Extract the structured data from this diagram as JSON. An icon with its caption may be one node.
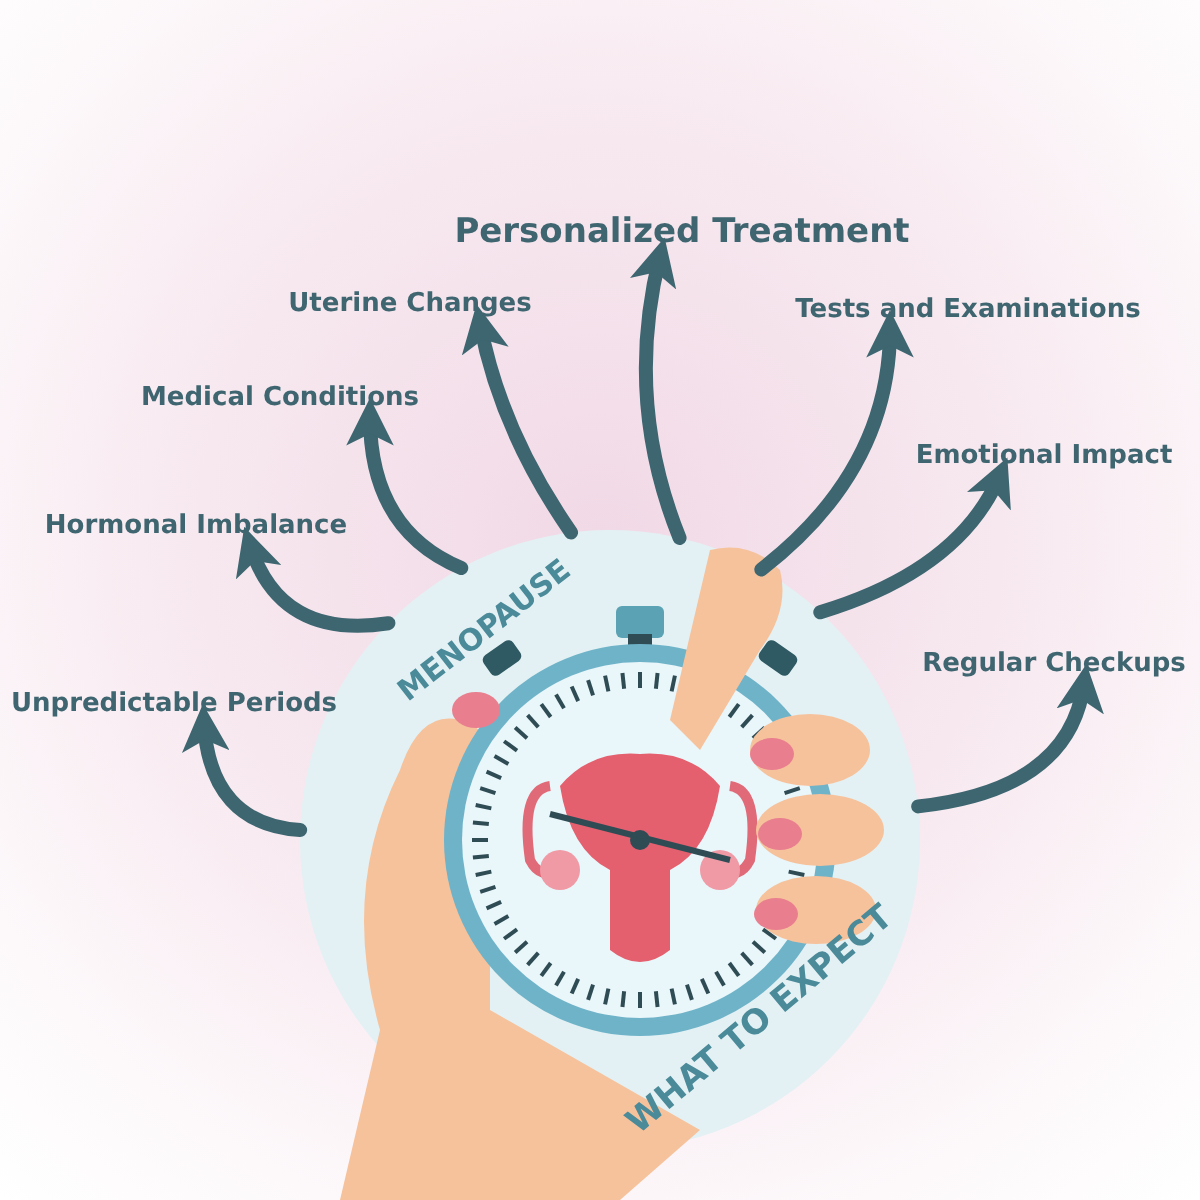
{
  "diagram": {
    "nodes": [
      {
        "text": [
          "Personalized Treatment"
        ]
      },
      {
        "text": [
          "Uterine Changes"
        ]
      },
      {
        "text": [
          "Tests and Examinations"
        ]
      },
      {
        "text": [
          "Medical Conditions"
        ]
      },
      {
        "text": [
          "Emotional Impact"
        ]
      },
      {
        "text": [
          "Hormonal Imbalance"
        ]
      },
      {
        "text": [
          "Regular Checkups"
        ]
      },
      {
        "text": [
          "Unpredictable Periods"
        ]
      },
      {
        "text": [
          "MENOPAUSE",
          "WHAT TO EXPECT"
        ]
      }
    ],
    "edges": [
      {
        "from": 8,
        "to": 0,
        "arrow": "to"
      },
      {
        "from": 8,
        "to": 1,
        "arrow": "to"
      },
      {
        "from": 8,
        "to": 2,
        "arrow": "to"
      },
      {
        "from": 8,
        "to": 3,
        "arrow": "to"
      },
      {
        "from": 8,
        "to": 4,
        "arrow": "to"
      },
      {
        "from": 8,
        "to": 5,
        "arrow": "to"
      },
      {
        "from": 8,
        "to": 6,
        "arrow": "to"
      },
      {
        "from": 8,
        "to": 7,
        "arrow": "to"
      }
    ]
  }
}
